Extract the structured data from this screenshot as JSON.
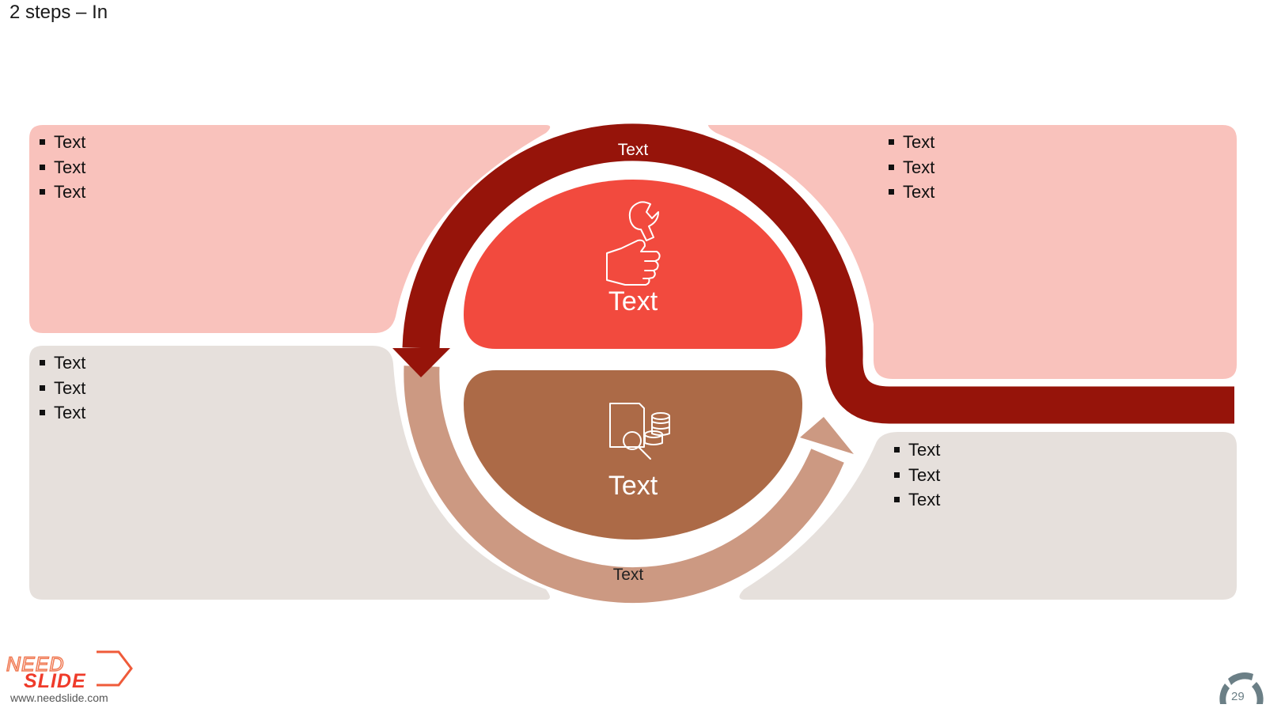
{
  "slide": {
    "title": "2 steps – In",
    "page_number": "29"
  },
  "colors": {
    "panel_top": "#f9c2bc",
    "panel_bottom": "#e6e0dc",
    "arrow_dark": "#96140a",
    "arrow_light": "#cc9982",
    "step1_fill": "#f24a3e",
    "step2_fill": "#ac6a47"
  },
  "panels": {
    "top_left": {
      "bullets": [
        "Text",
        "Text",
        "Text"
      ]
    },
    "top_right": {
      "bullets": [
        "Text",
        "Text",
        "Text"
      ]
    },
    "bottom_left": {
      "bullets": [
        "Text",
        "Text",
        "Text"
      ]
    },
    "bottom_right": {
      "bullets": [
        "Text",
        "Text",
        "Text"
      ]
    }
  },
  "cycle": {
    "top_arrow_label": "Text",
    "bottom_arrow_label": "Text",
    "step1": {
      "label": "Text",
      "icon": "wrench-hand-icon"
    },
    "step2": {
      "label": "Text",
      "icon": "document-search-coins-icon"
    }
  },
  "footer": {
    "logo_line1": "NEED",
    "logo_line2": "SLIDE",
    "url": "www.needslide.com",
    "page_badge_icon": "circular-arrows-icon"
  }
}
